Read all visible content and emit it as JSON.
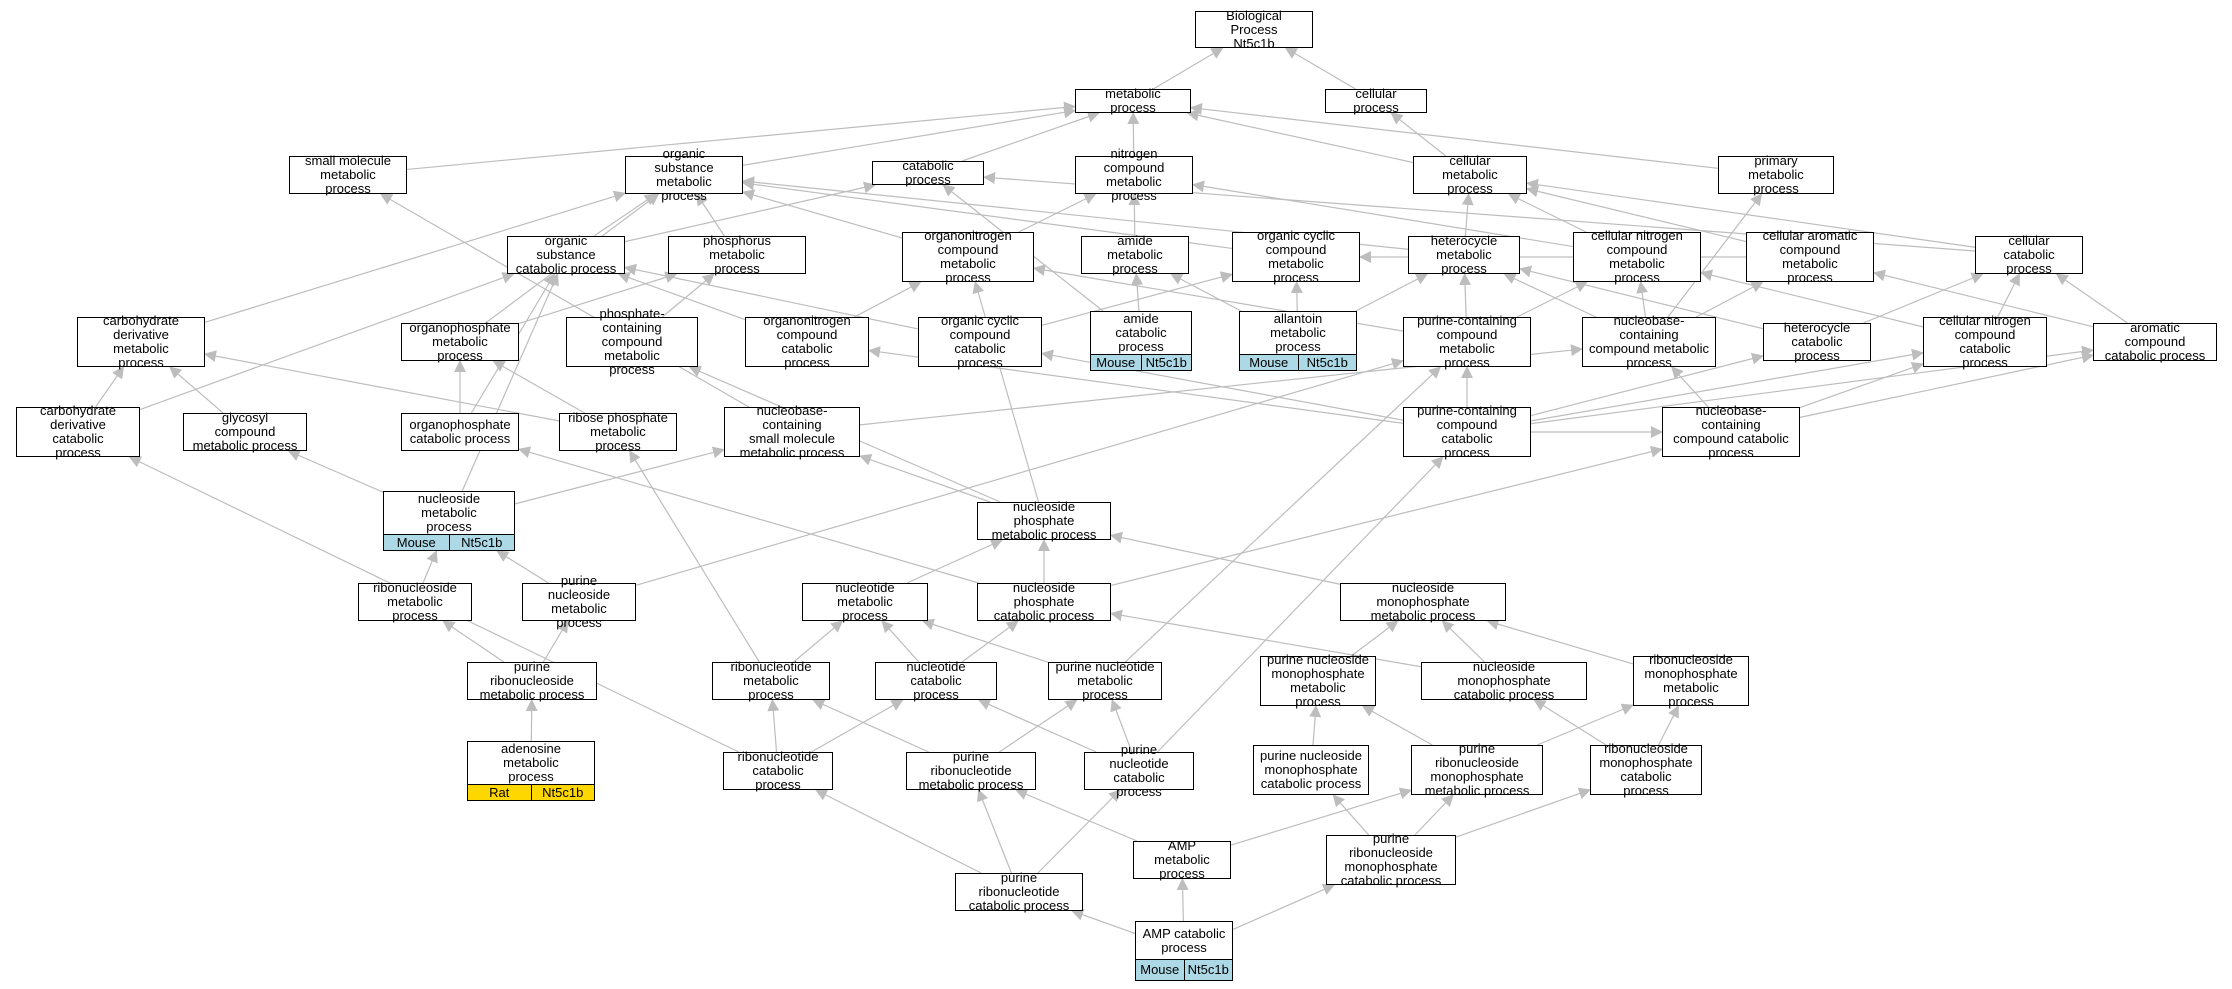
{
  "colors": {
    "edge": "#bdbdbd",
    "mouse": "#add8e6",
    "rat": "#ffd700"
  },
  "nodes": {
    "bp": "Biological Process\nNt5c1b",
    "mp": "metabolic process",
    "cp": "cellular process",
    "smm": "small molecule\nmetabolic process",
    "osm": "organic substance\nmetabolic process",
    "cat": "catabolic process",
    "ncm": "nitrogen compound\nmetabolic process",
    "cem": "cellular metabolic\nprocess",
    "pmp": "primary metabolic\nprocess",
    "oscat": "organic substance\ncatabolic process",
    "phos": "phosphorus metabolic\nprocess",
    "onm": "organonitrogen\ncompound metabolic\nprocess",
    "amide": "amide metabolic\nprocess",
    "ocm": "organic cyclic\ncompound metabolic\nprocess",
    "het": "heterocycle\nmetabolic process",
    "cnm": "cellular nitrogen\ncompound metabolic\nprocess",
    "cacm": "cellular aromatic\ncompound metabolic\nprocess",
    "ccp": "cellular catabolic\nprocess",
    "cdm": "carbohydrate\nderivative metabolic\nprocess",
    "opm": "organophosphate\nmetabolic process",
    "pcm": "phosphate-containing\ncompound metabolic\nprocess",
    "oncat": "organonitrogen\ncompound catabolic\nprocess",
    "occat": "organic cyclic\ncompound catabolic\nprocess",
    "amidecat": "amide catabolic\nprocess",
    "allan": "allantoin metabolic\nprocess",
    "purm": "purine-containing\ncompound metabolic\nprocess",
    "nbm": "nucleobase-containing\ncompound metabolic\nprocess",
    "hetcat": "heterocycle\ncatabolic process",
    "cncat": "cellular nitrogen\ncompound catabolic\nprocess",
    "arocat": "aromatic compound\ncatabolic process",
    "cdcat": "carbohydrate\nderivative catabolic\nprocess",
    "glyc": "glycosyl compound\nmetabolic process",
    "opcat": "organophosphate\ncatabolic process",
    "ribp": "ribose phosphate\nmetabolic process",
    "nbsm": "nucleobase-containing\nsmall molecule\nmetabolic process",
    "purcat": "purine-containing\ncompound catabolic\nprocess",
    "nbcat": "nucleobase-containing\ncompound catabolic\nprocess",
    "nsm": "nucleoside metabolic\nprocess",
    "nphm": "nucleoside phosphate\nmetabolic process",
    "rnsm": "ribonucleoside\nmetabolic process",
    "pnsm": "purine nucleoside\nmetabolic process",
    "ntm": "nucleotide metabolic\nprocess",
    "nphcat": "nucleoside phosphate\ncatabolic process",
    "nmpm": "nucleoside monophosphate\nmetabolic process",
    "prnsm": "purine ribonucleoside\nmetabolic process",
    "rntm": "ribonucleotide\nmetabolic process",
    "ntcat": "nucleotide catabolic\nprocess",
    "pntm": "purine nucleotide\nmetabolic process",
    "pnmpm": "purine nucleoside\nmonophosphate\nmetabolic process",
    "nmpcat": "nucleoside monophosphate\ncatabolic process",
    "rnmpm": "ribonucleoside\nmonophosphate\nmetabolic process",
    "adm": "adenosine metabolic\nprocess",
    "rntcat": "ribonucleotide\ncatabolic process",
    "prntm": "purine ribonucleotide\nmetabolic process",
    "pntcat": "purine nucleotide\ncatabolic process",
    "pnmpcat": "purine nucleoside\nmonophosphate\ncatabolic process",
    "prnmpm": "purine ribonucleoside\nmonophosphate\nmetabolic process",
    "rnmpcat": "ribonucleoside\nmonophosphate\ncatabolic process",
    "prntcat": "purine ribonucleotide\ncatabolic process",
    "ampm": "AMP metabolic\nprocess",
    "prnmpcat": "purine ribonucleoside\nmonophosphate\ncatabolic process",
    "ampcat": "AMP catabolic\nprocess"
  },
  "annotations": {
    "amidecat": [
      "Mouse",
      "Nt5c1b"
    ],
    "allan": [
      "Mouse",
      "Nt5c1b"
    ],
    "nsm": [
      "Mouse",
      "Nt5c1b"
    ],
    "adm": [
      "Rat",
      "Nt5c1b"
    ],
    "ampcat": [
      "Mouse",
      "Nt5c1b"
    ]
  }
}
